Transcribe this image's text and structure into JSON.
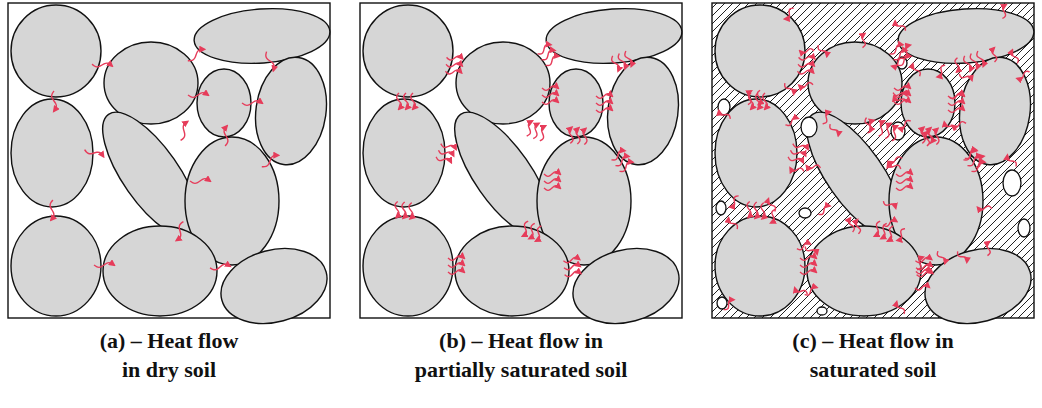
{
  "diagram": {
    "labels": [
      "(a) – Heat flow in dry soil",
      "(b) – Heat flow in partially saturated soil",
      "(c) – Heat flow in saturated soil"
    ]
  }
}
